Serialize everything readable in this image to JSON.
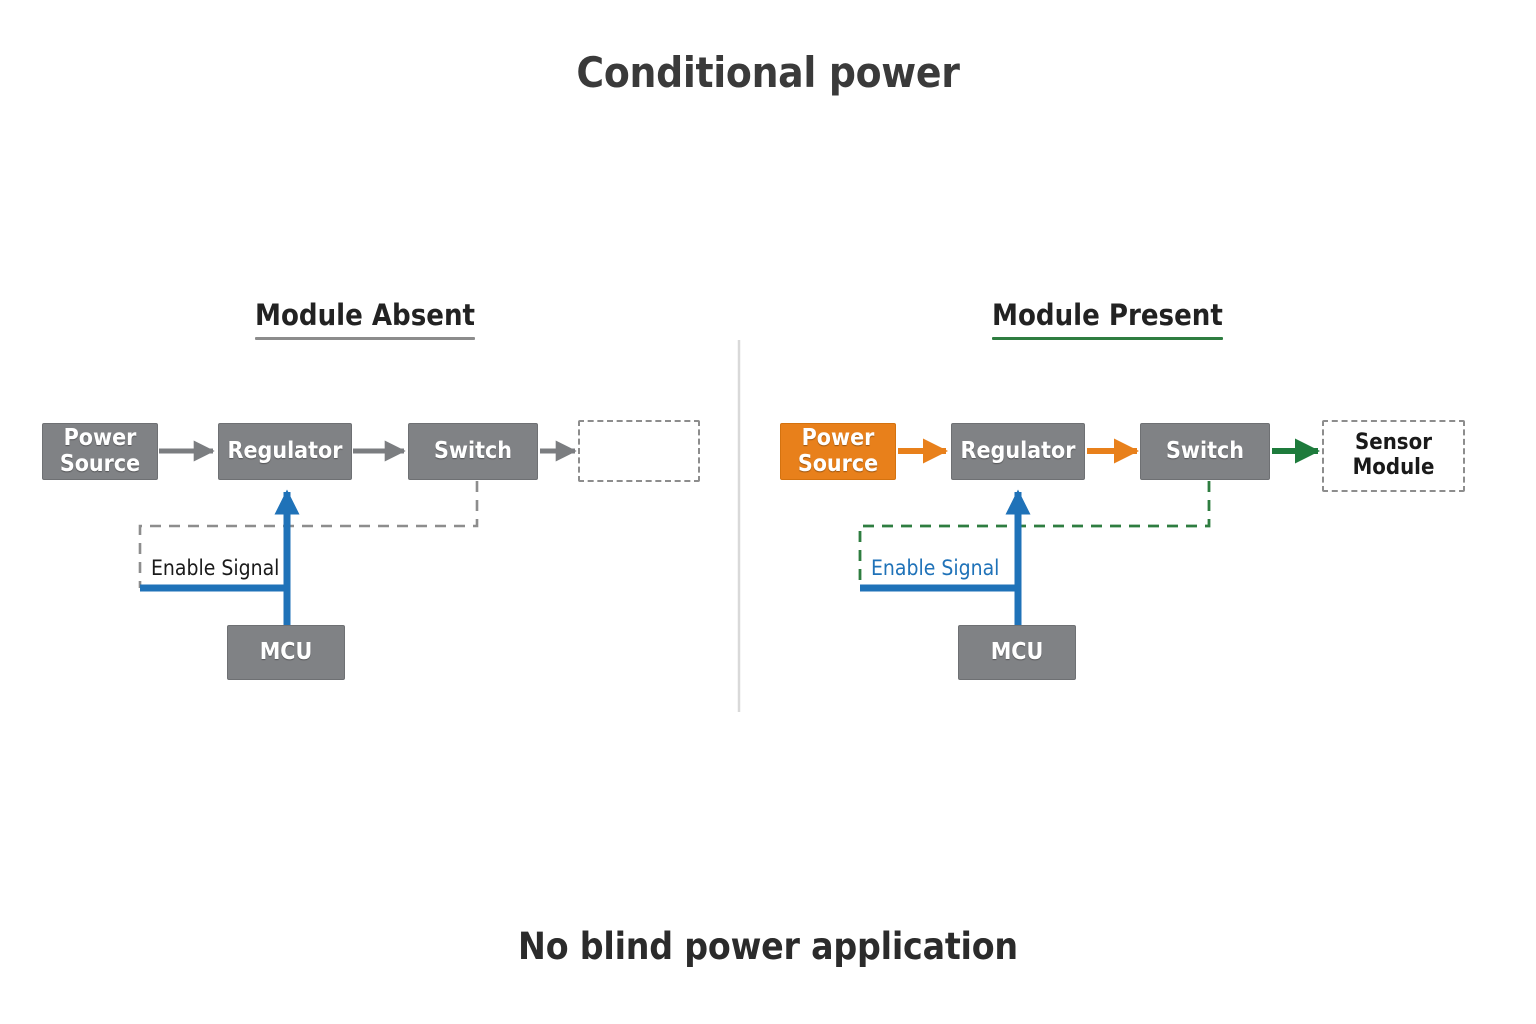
{
  "title": "Conditional power",
  "caption": "No blind power application",
  "colors": {
    "block_gray": "#808285",
    "block_orange": "#E8801B",
    "arrow_gray": "#7b7d80",
    "arrow_orange": "#E8801B",
    "arrow_green": "#1E7B3C",
    "signal_blue": "#1F72B8",
    "dash_gray": "#8d8d8d",
    "dash_green": "#2E7D40",
    "divider": "#d9d9d9",
    "heading_rule_absent": "#8c8c8c",
    "heading_rule_present": "#2e7d40"
  },
  "panels": [
    {
      "id": "absent",
      "heading": "Module Absent",
      "blocks": {
        "power_source": "Power\nSource",
        "power_source_line1": "Power",
        "power_source_line2": "Source",
        "regulator": "Regulator",
        "switch": "Switch",
        "module_placeholder": ""
      },
      "enable_signal_label": "Enable Signal",
      "mcu": "MCU"
    },
    {
      "id": "present",
      "heading": "Module Present",
      "blocks": {
        "power_source_line1": "Power",
        "power_source_line2": "Source",
        "regulator": "Regulator",
        "switch": "Switch",
        "module_line1": "Sensor",
        "module_line2": "Module"
      },
      "enable_signal_label": "Enable Signal",
      "mcu": "MCU"
    }
  ]
}
